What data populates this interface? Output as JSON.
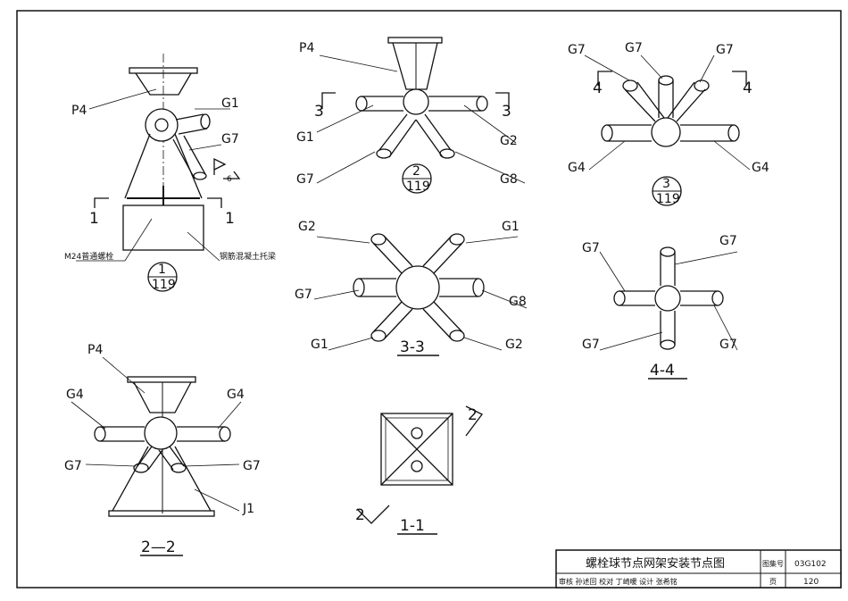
{
  "title_block": {
    "title": "螺栓球节点网架安装节点图",
    "atlas_label": "图集号",
    "atlas_no": "03G102",
    "page_label": "页",
    "page_no": "120",
    "signatures": "审核 孙述回 校对 丁崎暖 设计 张希铭"
  },
  "view1": {
    "labels": {
      "p4": "P4",
      "g1": "G1",
      "g7": "G7",
      "weld": "6",
      "cut_left": "1",
      "cut_right": "1",
      "bolt": "M24普通螺栓",
      "support": "钢筋混凝土托梁"
    },
    "ref": {
      "num": "1",
      "sheet": "119"
    }
  },
  "view2": {
    "labels": {
      "p4": "P4",
      "g1": "G1",
      "g7a": "G7",
      "g2": "G2",
      "g8": "G8",
      "cut_left": "3",
      "cut_right": "3"
    },
    "ref": {
      "num": "2",
      "sheet": "119"
    }
  },
  "view3": {
    "labels": {
      "g7a": "G7",
      "g7b": "G7",
      "g7c": "G7",
      "g4a": "G4",
      "g4b": "G4",
      "cut_left": "4",
      "cut_right": "4"
    },
    "ref": {
      "num": "3",
      "sheet": "119"
    }
  },
  "view33": {
    "labels": {
      "g2a": "G2",
      "g1a": "G1",
      "g7": "G7",
      "g8": "G8",
      "g1b": "G1",
      "g2b": "G2"
    },
    "caption": "3-3"
  },
  "view44": {
    "labels": {
      "g7a": "G7",
      "g7b": "G7",
      "g7c": "G7",
      "g7d": "G7"
    },
    "caption": "4-4"
  },
  "view22": {
    "labels": {
      "p4": "P4",
      "g4a": "G4",
      "g4b": "G4",
      "g7a": "G7",
      "g7b": "G7",
      "j1": "J1"
    },
    "caption": "2—2"
  },
  "view11": {
    "cut_top": "2",
    "cut_bottom": "2",
    "caption": "1-1"
  }
}
